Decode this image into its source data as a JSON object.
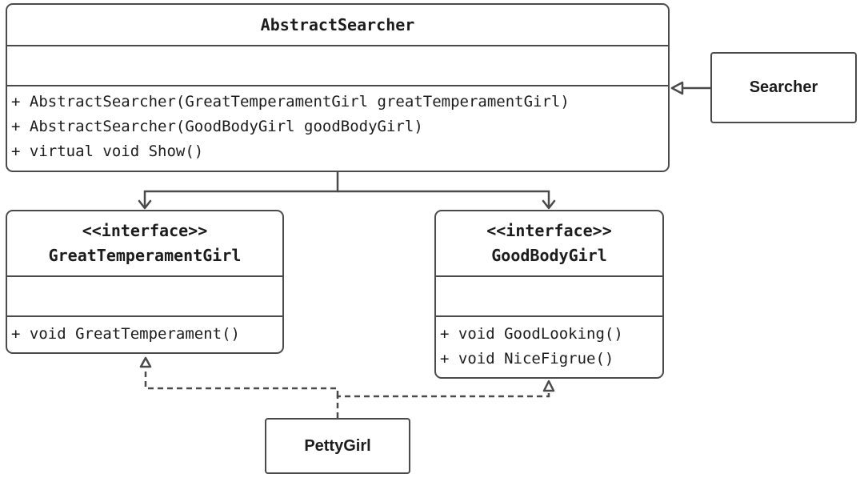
{
  "classes": {
    "abstract_searcher": {
      "name": "AbstractSearcher",
      "operations": [
        "+ AbstractSearcher(GreatTemperamentGirl greatTemperamentGirl)",
        "+ AbstractSearcher(GoodBodyGirl goodBodyGirl)",
        "+ virtual void Show()"
      ]
    },
    "searcher": {
      "name": "Searcher"
    },
    "great_temperament_girl": {
      "stereotype": "<<interface>>",
      "name": "GreatTemperamentGirl",
      "operations": [
        "+ void GreatTemperament()"
      ]
    },
    "good_body_girl": {
      "stereotype": "<<interface>>",
      "name": "GoodBodyGirl",
      "operations": [
        "+ void GoodLooking()",
        "+ void NiceFigrue()"
      ]
    },
    "petty_girl": {
      "name": "PettyGirl"
    }
  },
  "colors": {
    "line": "#4a4a4a",
    "text": "#1c1c1c",
    "background": "#ffffff"
  }
}
